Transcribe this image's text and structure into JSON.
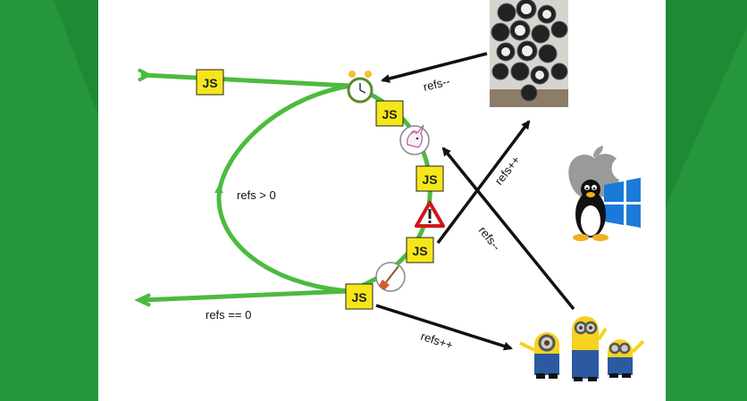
{
  "diagram": {
    "js_badge": "JS",
    "labels": {
      "refs_gt_zero": "refs > 0",
      "refs_eq_zero": "refs == 0",
      "refs_dec_top": "refs--",
      "refs_inc_diag": "refs++",
      "refs_dec_diag": "refs--",
      "refs_inc_bottom": "refs++"
    },
    "icons": [
      "alarm-clock-icon",
      "unicorn-icon",
      "warning-icon",
      "broom-icon",
      "clocks-photo",
      "apple-logo-icon",
      "tux-penguin-icon",
      "windows-logo-icon",
      "minions-image"
    ],
    "colors": {
      "track": "#4cbb3f",
      "badge": "#f5e61a",
      "warning": "#d0161b",
      "background": "#1e7a32",
      "slide": "#ffffff"
    }
  }
}
